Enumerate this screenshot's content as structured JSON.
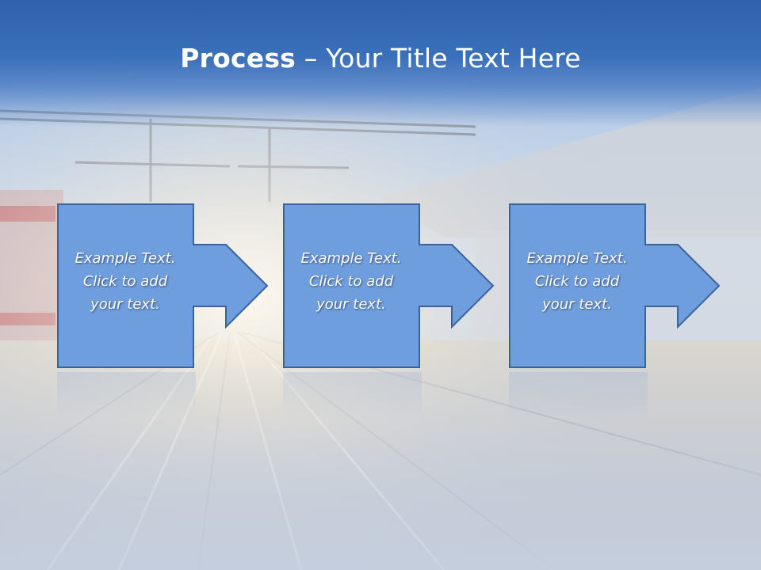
{
  "slide": {
    "title_bold": "Process",
    "title_rest": " – Your Title Text Here"
  },
  "steps": [
    {
      "text": "Example Text.\nClick  to add\nyour text."
    },
    {
      "text": "Example Text.\nClick  to add\nyour text."
    },
    {
      "text": "Example Text.\nClick  to add\nyour text."
    }
  ],
  "colors": {
    "title_band": "#2f62ad",
    "box_fill": "#6f9ede",
    "box_border": "#3d6396",
    "title_text": "#ffffff"
  }
}
